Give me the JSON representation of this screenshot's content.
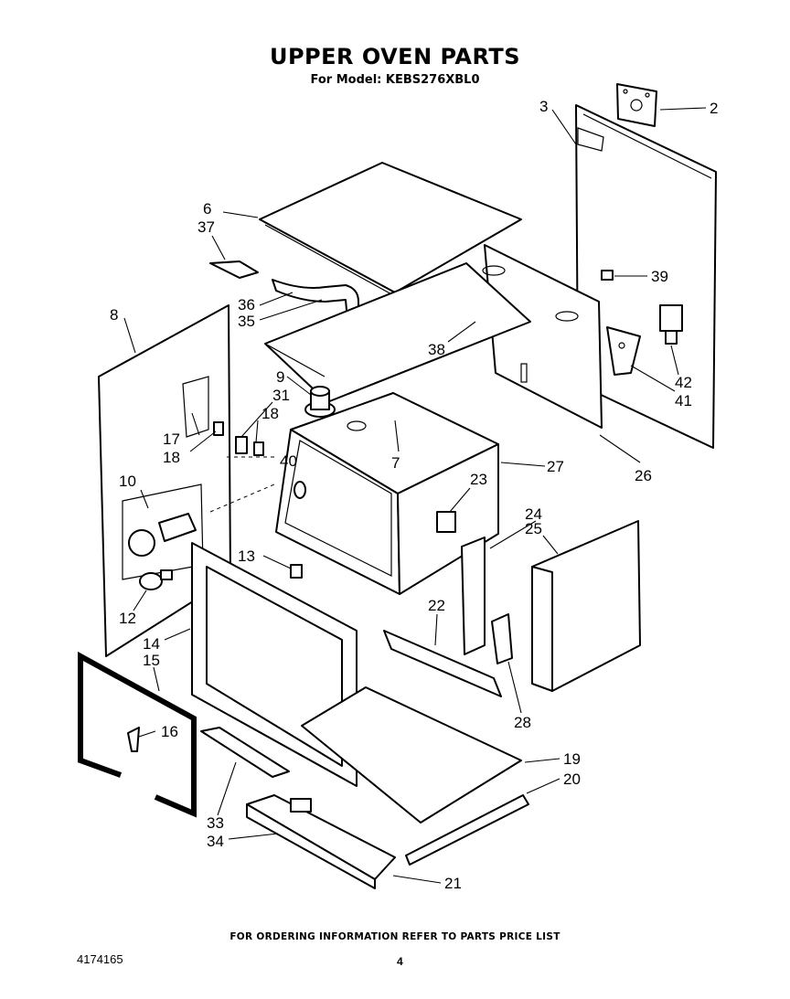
{
  "header": {
    "title": "UPPER OVEN PARTS",
    "subtitle": "For Model: KEBS276XBL0"
  },
  "footer": {
    "note": "FOR ORDERING INFORMATION REFER TO PARTS PRICE LIST",
    "doc_number": "4174165",
    "page_number": "4"
  },
  "callouts": [
    "2",
    "3",
    "6",
    "37",
    "39",
    "36",
    "35",
    "8",
    "38",
    "42",
    "41",
    "9",
    "31",
    "18",
    "17",
    "18",
    "26",
    "27",
    "40",
    "7",
    "10",
    "23",
    "24",
    "25",
    "13",
    "22",
    "12",
    "14",
    "15",
    "28",
    "16",
    "19",
    "20",
    "33",
    "34",
    "21"
  ]
}
